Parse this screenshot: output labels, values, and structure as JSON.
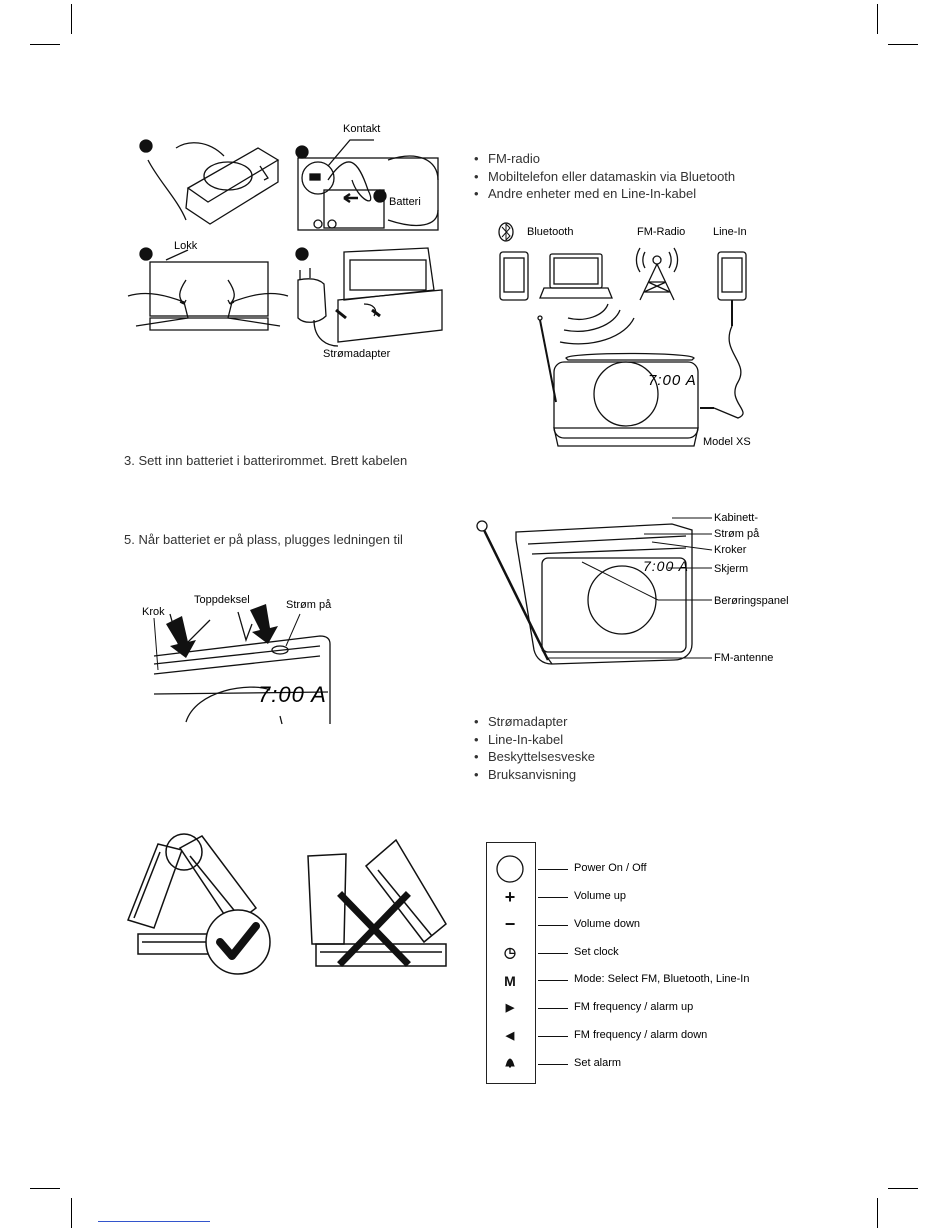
{
  "illustration1": {
    "contact_label": "Kontakt",
    "battery_label": "Batteri",
    "lid_label": "Lokk",
    "adapter_label": "Strømadapter"
  },
  "sources": {
    "items": [
      "FM-radio",
      "Mobiltelefon eller datamaskin via Bluetooth",
      "Andre enheter med en Line-In-kabel"
    ],
    "bluetooth_label": "Bluetooth",
    "fm_label": "FM-Radio",
    "linein_label": "Line-In",
    "model_label": "Model XS",
    "display_text": "7:00 A"
  },
  "instructions": {
    "step3": "3. Sett inn batteriet i batterirommet. Brett kabelen",
    "step5": "5. Når batteriet er på plass, plugges ledningen til"
  },
  "device_parts": {
    "cabinet": "Kabinett-",
    "power_on": "Strøm på",
    "hooks": "Kroker",
    "screen": "Skjerm",
    "touch_panel": "Berøringspanel",
    "antenna": "FM-antenne"
  },
  "cover_diagram": {
    "hook": "Krok",
    "top_cover": "Toppdeksel",
    "power_on": "Strøm på"
  },
  "package_contents": [
    "Strømadapter",
    "Line-In-kabel",
    "Beskyttelsesveske",
    "Bruksanvisning"
  ],
  "controls": [
    {
      "icon": "power",
      "symbol": "",
      "label": "Power On / Off"
    },
    {
      "icon": "plus",
      "symbol": "+",
      "label": "Volume up"
    },
    {
      "icon": "minus",
      "symbol": "−",
      "label": "Volume down"
    },
    {
      "icon": "clock",
      "symbol": "◷",
      "label": "Set clock"
    },
    {
      "icon": "mode",
      "symbol": "M",
      "label": "Mode: Select FM, Bluetooth, Line-In"
    },
    {
      "icon": "play-right",
      "symbol": "▶",
      "label": "FM frequency / alarm up"
    },
    {
      "icon": "play-left",
      "symbol": "◀",
      "label": "FM frequency / alarm down"
    },
    {
      "icon": "bell",
      "symbol": "🔔",
      "label": "Set alarm"
    }
  ]
}
